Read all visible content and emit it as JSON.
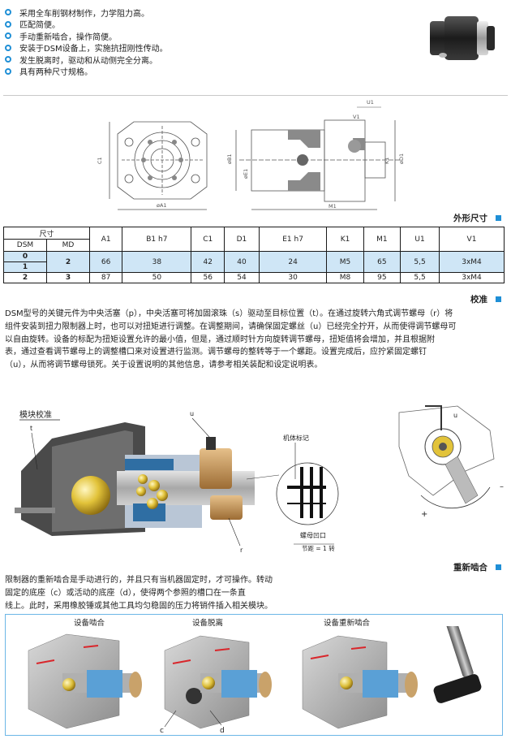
{
  "features": [
    "采用全车削钢材制作，力学阻力高。",
    "匹配简便。",
    "手动重新啮合，操作简便。",
    "安装于DSM设备上，实施抗扭刚性传动。",
    "发生脱离时，驱动和从动侧完全分离。",
    "具有两种尺寸规格。"
  ],
  "drawing_labels": {
    "c1": "C1",
    "a1": "øA1",
    "b1": "øB1",
    "d1": "øD1",
    "e1": "øE1",
    "k1": "K1",
    "m1": "M1",
    "u1": "U1",
    "v1": "V1"
  },
  "sections": {
    "dimensions": "外形尺寸",
    "calibration": "校准",
    "reengage": "重新啮合"
  },
  "table": {
    "size_header": "尺寸",
    "dsm_header": "DSM",
    "md_header": "MD",
    "columns": [
      "A1",
      "B1 h7",
      "C1",
      "D1",
      "E1 h7",
      "K1",
      "M1",
      "U1",
      "V1"
    ],
    "rows": [
      {
        "dsm": [
          "0",
          "1"
        ],
        "md": "2",
        "values": [
          "66",
          "38",
          "42",
          "40",
          "24",
          "M5",
          "65",
          "5,5",
          "3xM4"
        ]
      },
      {
        "dsm": [
          "2"
        ],
        "md": "3",
        "values": [
          "87",
          "50",
          "56",
          "54",
          "30",
          "M8",
          "95",
          "5,5",
          "3xM4"
        ]
      }
    ]
  },
  "calibration_text": [
    "DSM型号的关键元件为中央活塞（p），中央活塞可将加固滚珠（s）驱动至目标位置（t）。在通过旋转六角式调节螺母（r）将",
    "组件安装到扭力限制器上时，也可以对扭矩进行调整。在调整期间，请确保固定螺丝（u）已经完全拧开，从而使得调节螺母可",
    "以自由旋转。设备的标配为扭矩设置允许的最小值，但是，通过顺时针方向旋转调节螺母，扭矩值将会增加，并且根据附",
    "表，通过查看调节螺母上的调整槽口来对设置进行监测。调节螺母的整转等于一个螺距。设置完成后，应拧紧固定螺钉",
    "（u），从而将调节螺母锁死。关于设置说明的其他信息，请参考相关装配和设定说明表。"
  ],
  "calibration_figure": {
    "title": "模块校准",
    "label_t": "t",
    "label_u": "u",
    "label_r": "r",
    "body_mark": "机体标记",
    "nut_slot": "螺母凹口",
    "pitch": "节距 = 1 转",
    "label_u2": "u",
    "minus": "–",
    "plus": "+"
  },
  "reengage_text": [
    "限制器的重新啮合是手动进行的，并且只有当机器固定时，才可操作。转动",
    "固定的底座（c）或活动的底座（d），使得两个参照的槽口在一条直",
    "线上。此时，采用橡胶锤或其他工具均匀稳固的压力将销件插入相关模块。"
  ],
  "reengage_figures": {
    "engaged": "设备啮合",
    "disengaged": "设备脱离",
    "reengaged": "设备重新啮合",
    "label_c": "c",
    "label_d": "d"
  },
  "colors": {
    "accent": "#1f8fd6",
    "table_highlight": "#cfe6f6",
    "panel_border": "#6cb6e6",
    "mark_red": "#d9262b"
  }
}
